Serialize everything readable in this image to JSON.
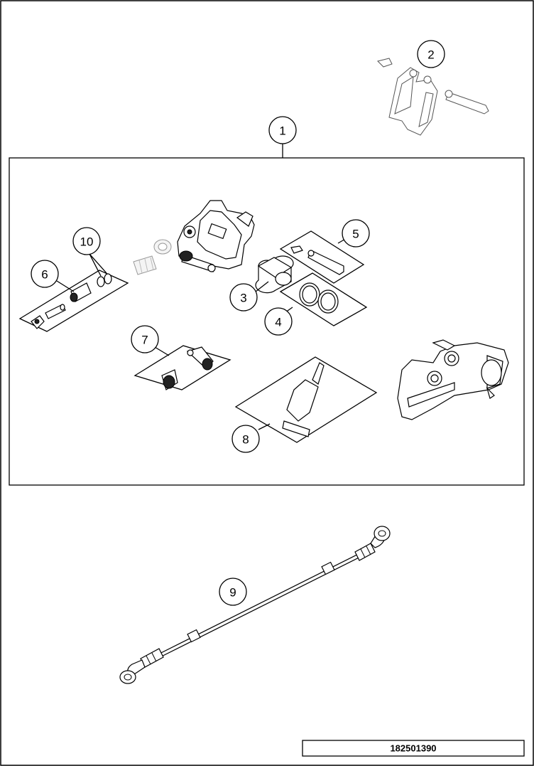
{
  "diagram": {
    "reference_number": "182501390",
    "callouts": [
      {
        "id": "c1",
        "label": "1"
      },
      {
        "id": "c2",
        "label": "2"
      },
      {
        "id": "c3",
        "label": "3"
      },
      {
        "id": "c4",
        "label": "4"
      },
      {
        "id": "c5",
        "label": "5"
      },
      {
        "id": "c6",
        "label": "6"
      },
      {
        "id": "c7",
        "label": "7"
      },
      {
        "id": "c8",
        "label": "8"
      },
      {
        "id": "c9",
        "label": "9"
      },
      {
        "id": "c10",
        "label": "10"
      }
    ]
  }
}
